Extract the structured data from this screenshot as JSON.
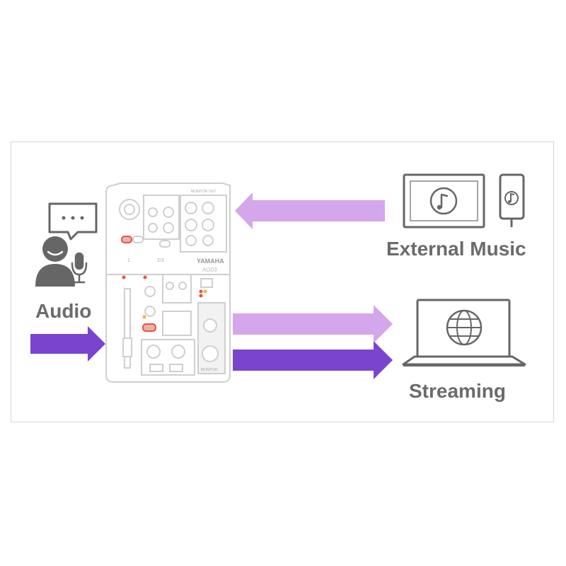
{
  "labels": {
    "audio": "Audio",
    "external_music": "External Music",
    "streaming": "Streaming"
  },
  "mixer": {
    "brand": "YAMAHA",
    "model": "AG03",
    "channel_labels": [
      "1",
      "2/3"
    ],
    "monitor_out": "MONITOR OUT",
    "monitor": "MONITOR"
  },
  "colors": {
    "arrow_light": "#d4a6ec",
    "arrow_dark": "#7a44cf",
    "icon_stroke": "#666666",
    "label_text": "#6b6b6b",
    "mixer_stroke": "#cfcfcf",
    "accent_red": "#e6543f"
  },
  "icons": {
    "person": "person-speaking-icon",
    "speech": "speech-bubble-icon",
    "mic": "microphone-icon",
    "tablet": "tablet-music-icon",
    "phone": "phone-music-icon",
    "laptop": "laptop-globe-icon"
  }
}
